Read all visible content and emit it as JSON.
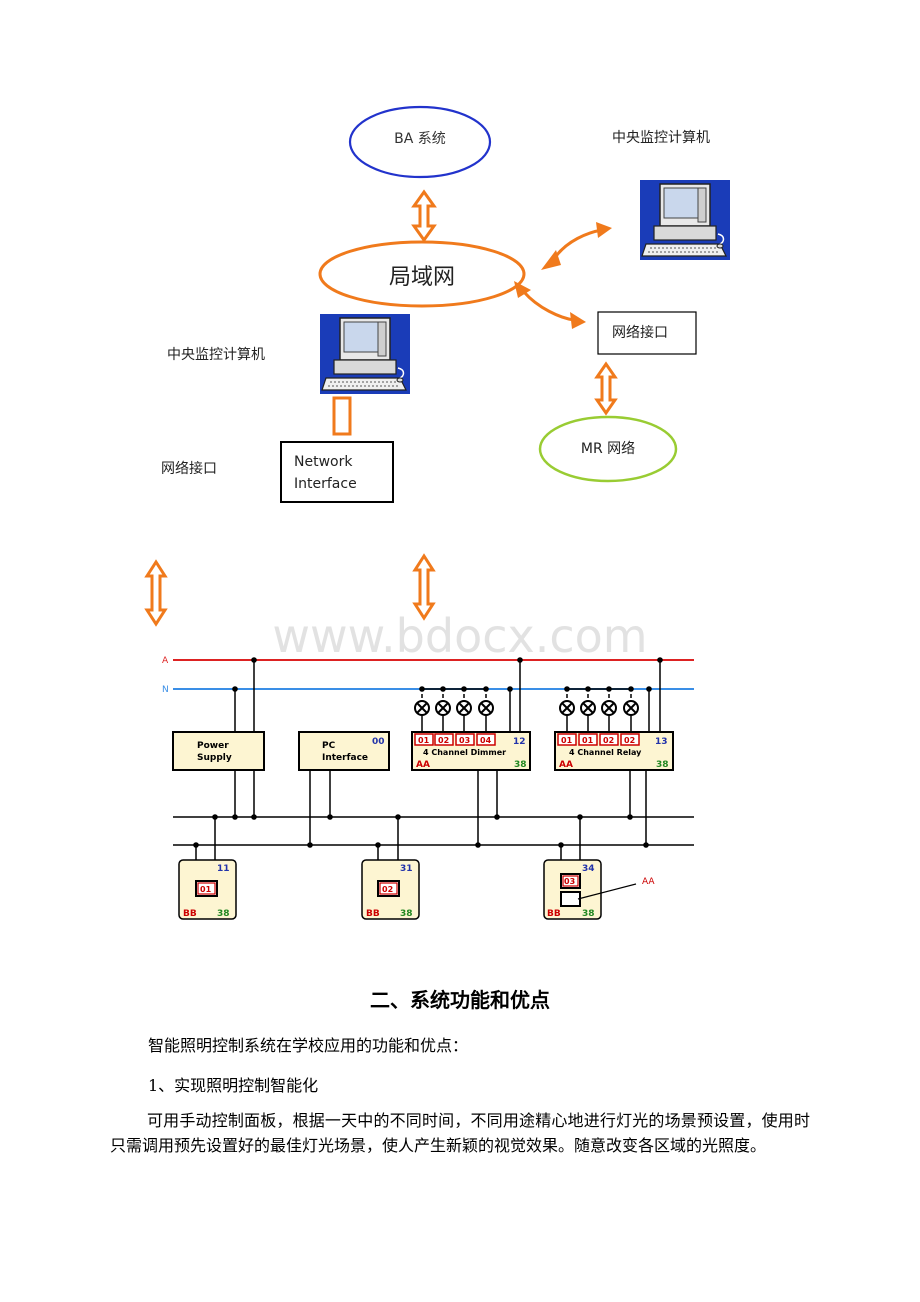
{
  "network": {
    "ba": "BA  系统",
    "lan": "局域网",
    "central_top": "中央监控计算机",
    "central_left": "中央监控计算机",
    "netif_right": "网络接口",
    "mr": "MR 网络",
    "netif_left": "网络接口",
    "ni_box_line1": "Network",
    "ni_box_line2": "Interface"
  },
  "watermark": "www.bdocx.com",
  "wiring": {
    "line_a": "A",
    "line_n": "N",
    "power_supply_1": "Power",
    "power_supply_2": "Supply",
    "pc_1": "PC",
    "pc_2": "Interface",
    "pc_addr": "00",
    "dimmer": {
      "channels": [
        "01",
        "02",
        "03",
        "04"
      ],
      "addr": "12",
      "name": "4 Channel Dimmer",
      "aa": "AA",
      "num": "38"
    },
    "relay": {
      "channels": [
        "01",
        "01",
        "02",
        "02"
      ],
      "addr": "13",
      "name": "4 Channel Relay",
      "aa": "AA",
      "num": "38"
    },
    "panel1": {
      "addr": "11",
      "btn": "01",
      "bb": "BB",
      "num": "38"
    },
    "panel2": {
      "addr": "31",
      "btn": "02",
      "bb": "BB",
      "num": "38"
    },
    "panel3": {
      "addr": "34",
      "btn": "03",
      "bb": "BB",
      "num": "38",
      "callout": "AA"
    }
  },
  "doc": {
    "heading": "二、系统功能和优点",
    "intro": "智能照明控制系统在学校应用的功能和优点：",
    "item1": "1、实现照明控制智能化",
    "body": "可用手动控制面板，根据一天中的不同时间，不同用途精心地进行灯光的场景预设置，使用时只需调用预先设置好的最佳灯光场景，使人产生新颖的视觉效果。随意改变各区域的光照度。"
  },
  "colors": {
    "arrow": "#f07a1c",
    "ba_ellipse": "#2233cc",
    "mr_ellipse": "#99cc33",
    "line_a": "#dd2222",
    "line_n": "#3a8ee6",
    "device_fill": "#fdf5d2",
    "channel_red": "#cc0000",
    "addr_blue": "#2233aa",
    "num_green": "#228822"
  }
}
